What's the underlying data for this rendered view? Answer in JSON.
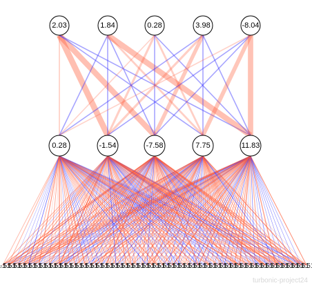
{
  "network": {
    "colors": {
      "positive": "#ff5a36",
      "negative": "#3a36ff",
      "node_fill": "#ffffff",
      "node_stroke": "#000000",
      "background": "#ffffff"
    },
    "top_nodes": [
      {
        "label": "2.03"
      },
      {
        "label": "1.84"
      },
      {
        "label": "0.28"
      },
      {
        "label": "3.98"
      },
      {
        "label": "-8.04"
      }
    ],
    "middle_nodes": [
      {
        "label": "0.28"
      },
      {
        "label": "-1.54"
      },
      {
        "label": "-7.58"
      },
      {
        "label": "7.75"
      },
      {
        "label": "11.83"
      }
    ],
    "top_to_middle_edges": [
      {
        "from": 0,
        "to": 0,
        "sign": "positive",
        "weight": 0.15
      },
      {
        "from": 0,
        "to": 1,
        "sign": "positive",
        "weight": 0.9
      },
      {
        "from": 0,
        "to": 2,
        "sign": "positive",
        "weight": 0.85
      },
      {
        "from": 0,
        "to": 3,
        "sign": "negative",
        "weight": 0.12
      },
      {
        "from": 0,
        "to": 4,
        "sign": "negative",
        "weight": 0.12
      },
      {
        "from": 1,
        "to": 0,
        "sign": "negative",
        "weight": 0.12
      },
      {
        "from": 1,
        "to": 1,
        "sign": "negative",
        "weight": 0.12
      },
      {
        "from": 1,
        "to": 2,
        "sign": "negative",
        "weight": 0.12
      },
      {
        "from": 1,
        "to": 3,
        "sign": "positive",
        "weight": 0.25
      },
      {
        "from": 1,
        "to": 4,
        "sign": "positive",
        "weight": 0.85
      },
      {
        "from": 2,
        "to": 0,
        "sign": "positive",
        "weight": 0.12
      },
      {
        "from": 2,
        "to": 1,
        "sign": "positive",
        "weight": 0.3
      },
      {
        "from": 2,
        "to": 2,
        "sign": "negative",
        "weight": 0.12
      },
      {
        "from": 2,
        "to": 3,
        "sign": "positive",
        "weight": 0.25
      },
      {
        "from": 2,
        "to": 4,
        "sign": "negative",
        "weight": 0.12
      },
      {
        "from": 3,
        "to": 0,
        "sign": "negative",
        "weight": 0.12
      },
      {
        "from": 3,
        "to": 1,
        "sign": "positive",
        "weight": 0.3
      },
      {
        "from": 3,
        "to": 2,
        "sign": "positive",
        "weight": 0.55
      },
      {
        "from": 3,
        "to": 3,
        "sign": "negative",
        "weight": 0.12
      },
      {
        "from": 3,
        "to": 4,
        "sign": "negative",
        "weight": 0.12
      },
      {
        "from": 4,
        "to": 0,
        "sign": "positive",
        "weight": 0.12
      },
      {
        "from": 4,
        "to": 1,
        "sign": "negative",
        "weight": 0.12
      },
      {
        "from": 4,
        "to": 2,
        "sign": "negative",
        "weight": 0.12
      },
      {
        "from": 4,
        "to": 3,
        "sign": "positive",
        "weight": 0.6
      },
      {
        "from": 4,
        "to": 4,
        "sign": "positive",
        "weight": 0.8
      }
    ],
    "bottom_fan": {
      "label_row_text": "-1.51",
      "input_count": 60,
      "random_seed": 7
    },
    "watermark": "turbonic-project24"
  }
}
